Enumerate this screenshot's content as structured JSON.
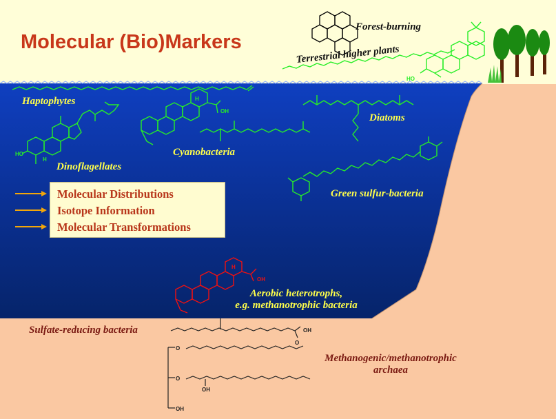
{
  "title": "Molecular (Bio)Markers",
  "labels": {
    "forest_burning": "Forest-burning",
    "terrestrial": "Terrestrial higher plants",
    "haptophytes": "Haptophytes",
    "dinoflagellates": "Dinoflagellates",
    "cyanobacteria": "Cyanobacteria",
    "diatoms": "Diatoms",
    "green_sulfur": "Green sulfur-bacteria",
    "aerobic_line1": "Aerobic heterotrophs,",
    "aerobic_line2": "e.g. methanotrophic bacteria",
    "sulfate": "Sulfate-reducing bacteria",
    "methanogenic_line1": "Methanogenic/methanotrophic",
    "methanogenic_line2": "archaea"
  },
  "structure_labels": {
    "ho_left": "HO",
    "h_sterol": "H",
    "h_hopanoid": "H",
    "oh_hopanoid": "OH",
    "ho_terrestrial": "HO",
    "oh_red": "OH",
    "h_red": "H",
    "oh_acid": "OH",
    "o_acid": "O",
    "oh_archaea": "OH",
    "o_archaea_1": "O",
    "o_archaea_2": "O",
    "oh_bottom": "OH"
  },
  "info_box": {
    "items": [
      "Molecular Distributions",
      "Isotope Information",
      "Molecular Transformations"
    ]
  },
  "colors": {
    "sky": "#fffed8",
    "water_top": "#0f3fc0",
    "water_bottom": "#06246a",
    "sediment": "#fac8a2",
    "green_structures": "#27ee27",
    "red_structures": "#ee1111",
    "title": "#c8371a",
    "label_yellow": "#ffff4a",
    "label_maroon": "#7a1a12",
    "tree_green": "#1b8a12",
    "trunk": "#5a2208"
  }
}
